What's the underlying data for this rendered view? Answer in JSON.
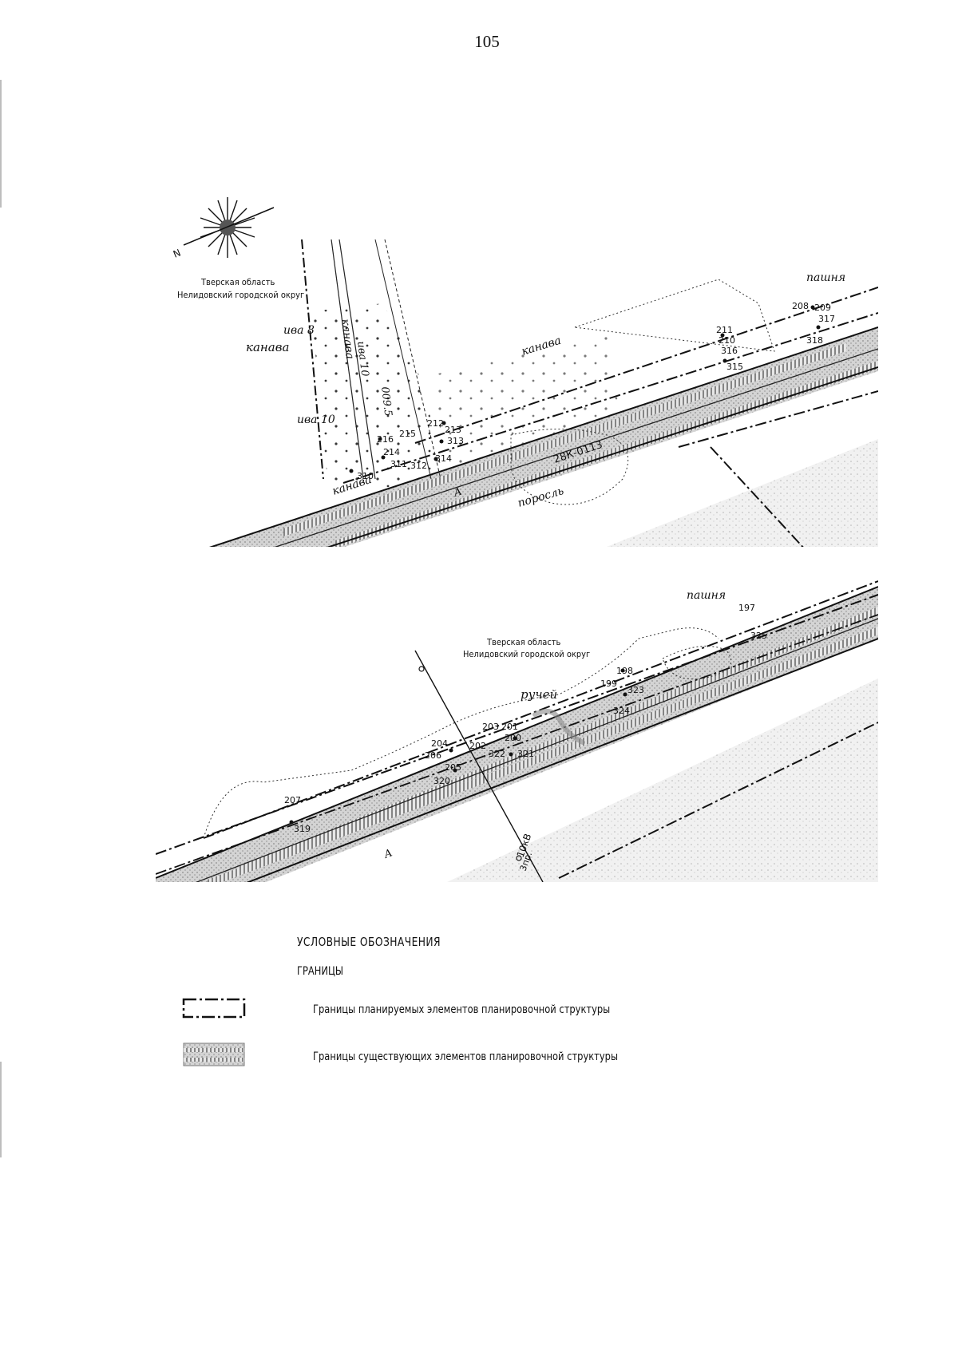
{
  "page": {
    "number": "105"
  },
  "map_top": {
    "region_line1": "Тверская область",
    "region_line2": "Нелидовский городской округ",
    "labels": {
      "kanava_vertical": "канава",
      "iva10_vertical": "ива 10",
      "iva8": "ива 8",
      "kanava_left": "канава",
      "iva10_left": "ива 10",
      "kanava_mid": "канава",
      "kanava_bottom": "канава",
      "porosl": "поросль",
      "pashnya": "пашня",
      "road": "28К-0113",
      "a_mark": "А",
      "distance": "009.5"
    },
    "points": [
      "208",
      "209",
      "317",
      "318",
      "211",
      "210",
      "316",
      "315",
      "212",
      "213",
      "313",
      "215",
      "216",
      "214",
      "314",
      "311",
      "312",
      "310"
    ]
  },
  "map_bottom": {
    "region_line1": "Тверская область",
    "region_line2": "Нелидовский городской округ",
    "labels": {
      "pashnya": "пашня",
      "ruchey": "ручей",
      "a_mark": "А",
      "power": "10кВ",
      "power2": "3пр."
    },
    "points": [
      "197",
      "325",
      "198",
      "199",
      "323",
      "324",
      "203",
      "201",
      "200",
      "202",
      "204",
      "206",
      "205",
      "322",
      "321",
      "320",
      "207",
      "319"
    ]
  },
  "legend": {
    "title": "УСЛОВНЫЕ ОБОЗНАЧЕНИЯ",
    "section": "ГРАНИЦЫ",
    "items": [
      {
        "label": "Границы планируемых элементов планировочной структуры"
      },
      {
        "label": "Границы существующих элементов планировочной структуры"
      }
    ]
  }
}
